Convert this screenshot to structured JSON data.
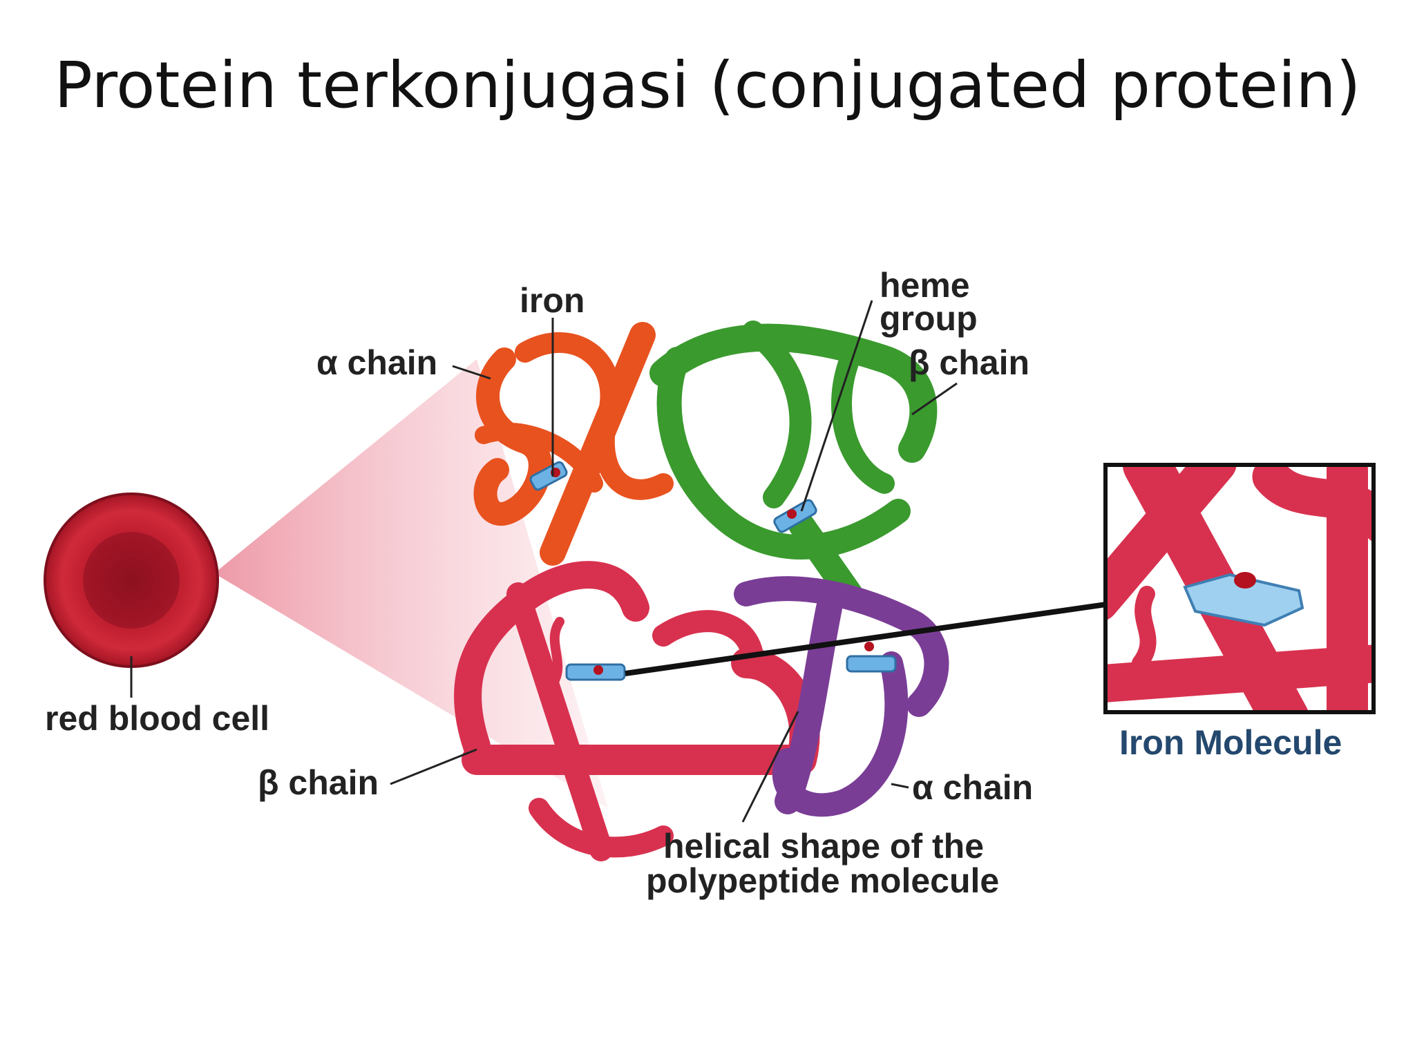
{
  "title": "Protein terkonjugasi (conjugated protein)",
  "labels": {
    "iron": "iron",
    "alpha_chain_top": "α chain",
    "heme_group_line1": "heme",
    "heme_group_line2": "group",
    "beta_chain_top": "β chain",
    "red_blood_cell": "red blood cell",
    "beta_chain_bottom": "β chain",
    "alpha_chain_bottom": "α chain",
    "helical_line1": "helical shape of the",
    "helical_line2": "polypeptide molecule",
    "iron_molecule": "Iron Molecule"
  },
  "colors": {
    "alpha_chain_orange": "#e8521f",
    "beta_chain_green": "#3a9a2e",
    "beta_chain_pink": "#d8314f",
    "alpha_chain_purple": "#7a3d96",
    "heme_blue": "#6db2e4",
    "red_blood_cell": "#c41e2e",
    "iron_molecule_label": "#24486e"
  }
}
